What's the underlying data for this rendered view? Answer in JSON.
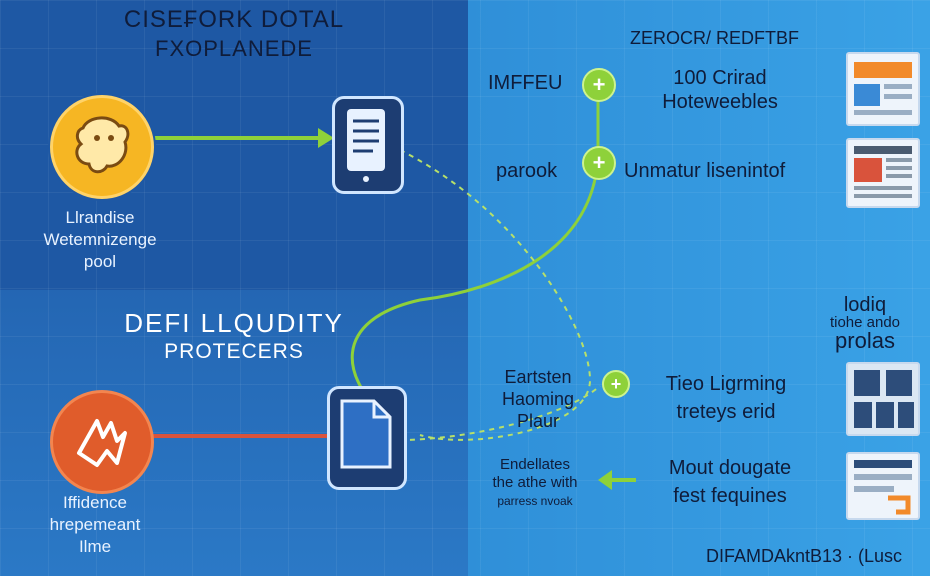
{
  "left": {
    "title_line1": "CISE₣ORK DOTAL",
    "title_line2": "FXOPLANEDE",
    "top_label": [
      "Llrandise",
      "Wetemnizenge",
      "pool"
    ],
    "section2_line1": "DEFI  LLQUDITY",
    "section2_line2": "PROTECERS",
    "bottom_label": [
      "Iffidence",
      "hrepemeant",
      "Ilme"
    ]
  },
  "right": {
    "header": "ZEROCR/ REDFTBF",
    "row1_left": "IMFFEU",
    "row1_right": [
      "100 Crirad",
      "Hoteweebles"
    ],
    "row2_left": "parook",
    "row2_right": "Unmatur lisenintof",
    "side_label": [
      "lodiq",
      "tiohe ando",
      "prolas"
    ],
    "row3_left": [
      "Eartsten",
      "Haoming",
      "Plaur"
    ],
    "row3_right": [
      "Tieo Ligrming",
      "treteys erid"
    ],
    "row4_left": [
      "Endellates",
      "the athe with",
      "parress nvoak"
    ],
    "row4_right": [
      "Mout dougate",
      "fest fequines"
    ],
    "footer": "DIFAMDAkntB13 · (Lusc"
  },
  "colors": {
    "accent_green": "#8ed13a",
    "line_red": "#d9533c",
    "circle_yellow": "#f6b623",
    "circle_orange": "#e05c2b"
  },
  "icons": {
    "top_circle": "cartoon-character-icon",
    "bottom_circle": "lightning-hand-icon",
    "top_device": "phone-document-icon",
    "bottom_device": "document-device-icon"
  }
}
